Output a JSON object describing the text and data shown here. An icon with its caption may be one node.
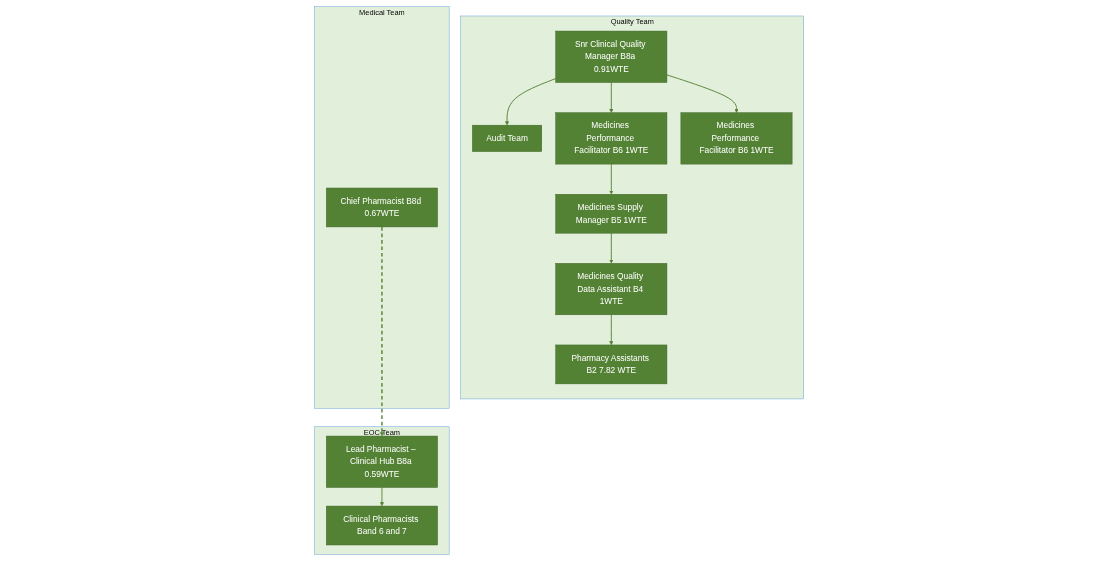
{
  "diagram": {
    "nodes": [
      {
        "text": [
          "Quality Team"
        ]
      },
      {
        "text": [
          "Snr Clinical Quality Manager B8a 0.91WTE"
        ],
        "in": 0
      },
      {
        "text": [
          "Audit Team"
        ],
        "in": 0
      },
      {
        "text": [
          "Medicines Performance Facilitator B6 1WTE"
        ],
        "in": 0
      },
      {
        "text": [
          "Medicines Performance Facilitator B6 1WTE"
        ],
        "in": 0
      },
      {
        "text": [
          "Medicines Supply Manager B5 1WTE"
        ],
        "in": 0
      },
      {
        "text": [
          "Medicines Quality Data Assistant B4 1WTE"
        ],
        "in": 0
      },
      {
        "text": [
          "Pharmacy Assistants B2 7.82 WTE"
        ],
        "in": 0
      },
      {
        "text": [
          "Medical Team"
        ]
      },
      {
        "text": [
          "Chief Pharmacist B8d 0.67WTE"
        ],
        "in": 8
      },
      {
        "text": [
          "EOC Team"
        ]
      },
      {
        "text": [
          "Lead Pharmacist – Clinical Hub B8a 0.59WTE"
        ],
        "in": 10
      },
      {
        "text": [
          "Clinical Pharmacists Band 6 and 7"
        ],
        "in": 10
      }
    ],
    "edges": [
      {
        "from": 1,
        "to": 2,
        "arrow": "to"
      },
      {
        "from": 1,
        "to": 3,
        "arrow": "to"
      },
      {
        "from": 1,
        "to": 4,
        "arrow": "to"
      },
      {
        "from": 3,
        "to": 5,
        "arrow": "to"
      },
      {
        "from": 5,
        "to": 6,
        "arrow": "to"
      },
      {
        "from": 6,
        "to": 7,
        "arrow": "to"
      },
      {
        "from": 9,
        "to": 11,
        "arrow": "to",
        "style": "dashed"
      },
      {
        "from": 11,
        "to": 12,
        "arrow": "to"
      }
    ]
  }
}
